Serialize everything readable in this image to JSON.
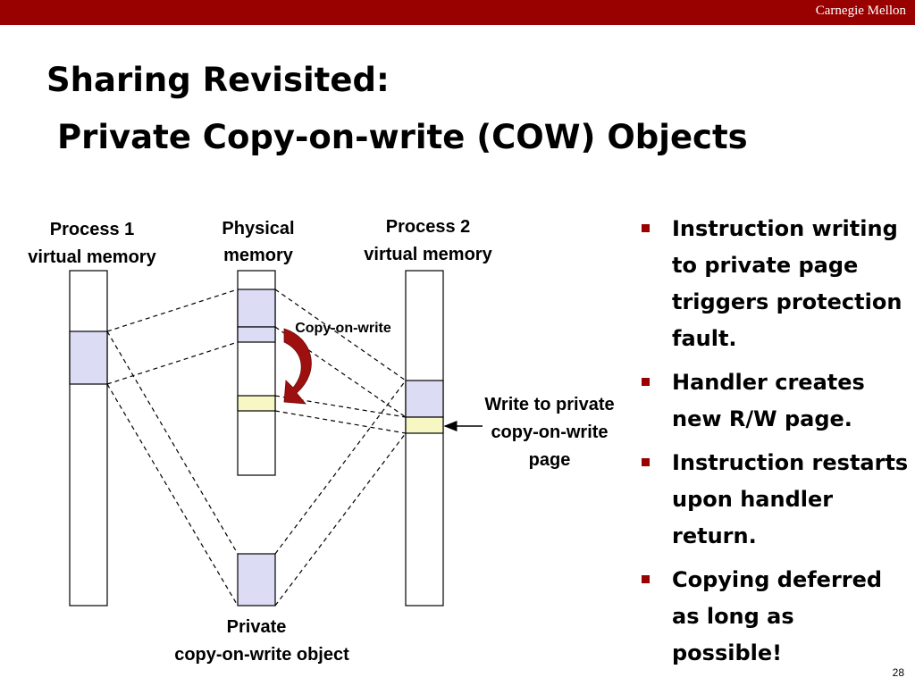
{
  "header": {
    "brand": "Carnegie Mellon",
    "brand_color": "#990000"
  },
  "title": {
    "line1": "Sharing Revisited:",
    "line2": "Private Copy-on-write (COW) Objects"
  },
  "diagram": {
    "process1_label": [
      "Process 1",
      "virtual memory"
    ],
    "physical_label": [
      "Physical",
      "memory"
    ],
    "process2_label": [
      "Process 2",
      "virtual memory"
    ],
    "cow_arrow_label": "Copy-on-write",
    "write_label": [
      "Write to private",
      "copy-on-write",
      "page"
    ],
    "object_label": [
      "Private",
      "copy-on-write object"
    ],
    "colors": {
      "shared_region": "#dcdcf4",
      "new_page": "#f7f7c4",
      "cow_arrow": "#9e0f0f"
    }
  },
  "bullets": [
    "Instruction writing to private page triggers protection fault.",
    "Handler creates new R/W page.",
    "Instruction restarts upon handler return.",
    "Copying deferred as long as possible!"
  ],
  "page_number": "28"
}
